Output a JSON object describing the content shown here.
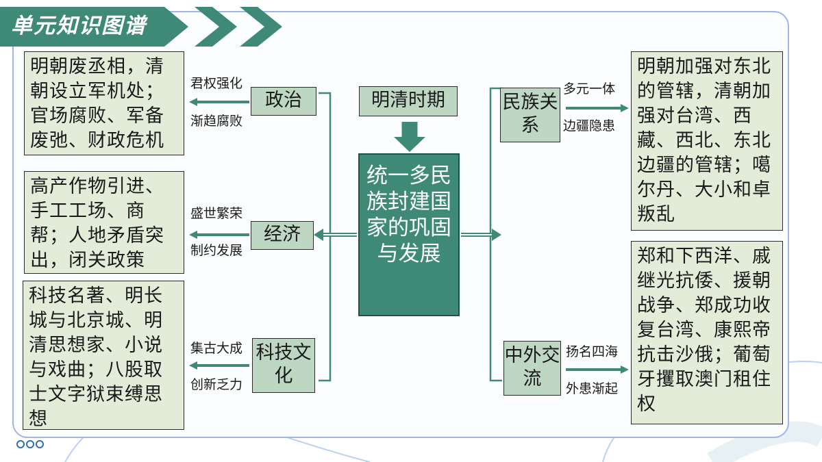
{
  "header": {
    "title": "单元知识图谱"
  },
  "center": {
    "period": "明清时期",
    "theme": "统一多民族封建国家的巩固与发展"
  },
  "left": [
    {
      "category": "政治",
      "upper": "君权强化",
      "lower": "渐趋腐败",
      "content": "明朝废丞相，清朝设立军机处；官场腐败、军备废弛、财政危机"
    },
    {
      "category": "经济",
      "upper": "盛世繁荣",
      "lower": "制约发展",
      "content": "高产作物引进、手工工场、商帮；人地矛盾突出，闭关政策"
    },
    {
      "category": "科技文化",
      "upper": "集古大成",
      "lower": "创新乏力",
      "content": "科技名著、明长城与北京城、明清思想家、小说与戏曲；八股取士文字狱束缚思想"
    }
  ],
  "right": [
    {
      "category": "民族关系",
      "upper": "多元一体",
      "lower": "边疆隐患",
      "content": "明朝加强对东北的管辖，清朝加强对台湾、西藏、西北、东北边疆的管辖；噶尔丹、大小和卓叛乱"
    },
    {
      "category": "中外交流",
      "upper": "扬名四海",
      "lower": "外患渐起",
      "content": "郑和下西洋、戚继光抗倭、援朝战争、郑成功收复台湾、康熙帝抗击沙俄；葡萄牙攫取澳门租住权"
    }
  ],
  "colors": {
    "primary": "#3f8a76",
    "label_fill": "#bdd7c2",
    "content_fill": "#e3ecd9",
    "frame": "#9fb5e8"
  },
  "icons": [
    "arrow-left-icon",
    "arrow-right-icon",
    "arrow-down-icon",
    "chevron-right-icon",
    "more-dots-icon"
  ]
}
